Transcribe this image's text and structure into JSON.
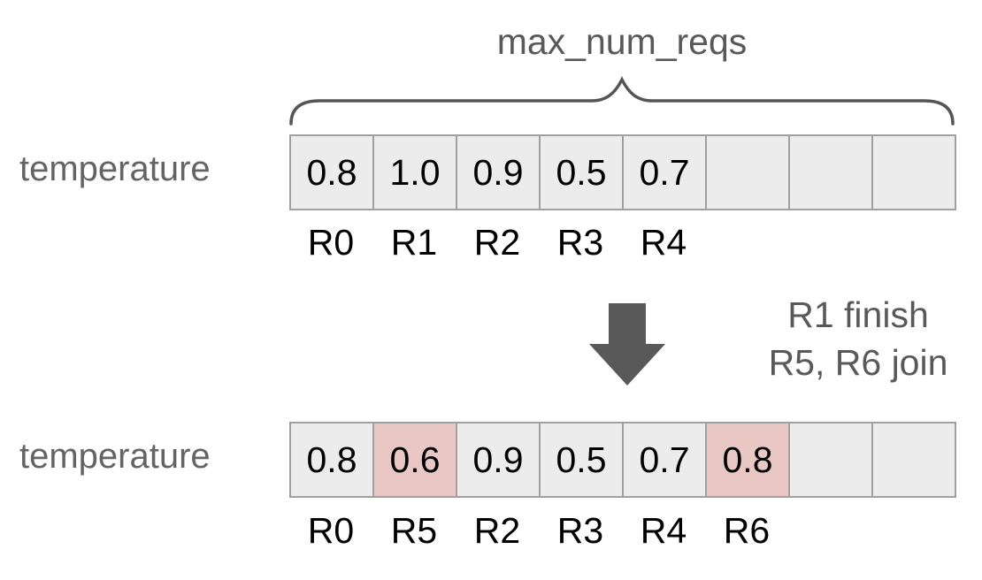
{
  "title": "max_num_reqs",
  "transition": {
    "line1": "R1 finish",
    "line2": "R5, R6 join"
  },
  "arrays": [
    {
      "row_label": "temperature",
      "cells": [
        {
          "value": "0.8",
          "highlight": false
        },
        {
          "value": "1.0",
          "highlight": false
        },
        {
          "value": "0.9",
          "highlight": false
        },
        {
          "value": "0.5",
          "highlight": false
        },
        {
          "value": "0.7",
          "highlight": false
        },
        {
          "value": "",
          "highlight": false
        },
        {
          "value": "",
          "highlight": false
        },
        {
          "value": "",
          "highlight": false
        }
      ],
      "req_labels": [
        "R0",
        "R1",
        "R2",
        "R3",
        "R4",
        "",
        "",
        ""
      ]
    },
    {
      "row_label": "temperature",
      "cells": [
        {
          "value": "0.8",
          "highlight": false
        },
        {
          "value": "0.6",
          "highlight": true
        },
        {
          "value": "0.9",
          "highlight": false
        },
        {
          "value": "0.5",
          "highlight": false
        },
        {
          "value": "0.7",
          "highlight": false
        },
        {
          "value": "0.8",
          "highlight": true
        },
        {
          "value": "",
          "highlight": false
        },
        {
          "value": "",
          "highlight": false
        }
      ],
      "req_labels": [
        "R0",
        "R5",
        "R2",
        "R3",
        "R4",
        "R6",
        "",
        ""
      ]
    }
  ],
  "colors": {
    "cell_background": "#ececec",
    "cell_border": "#a0a0a0",
    "highlight_background": "#e9c7c5",
    "dark_gray_text": "#595959",
    "row_label_gray": "#646464"
  }
}
